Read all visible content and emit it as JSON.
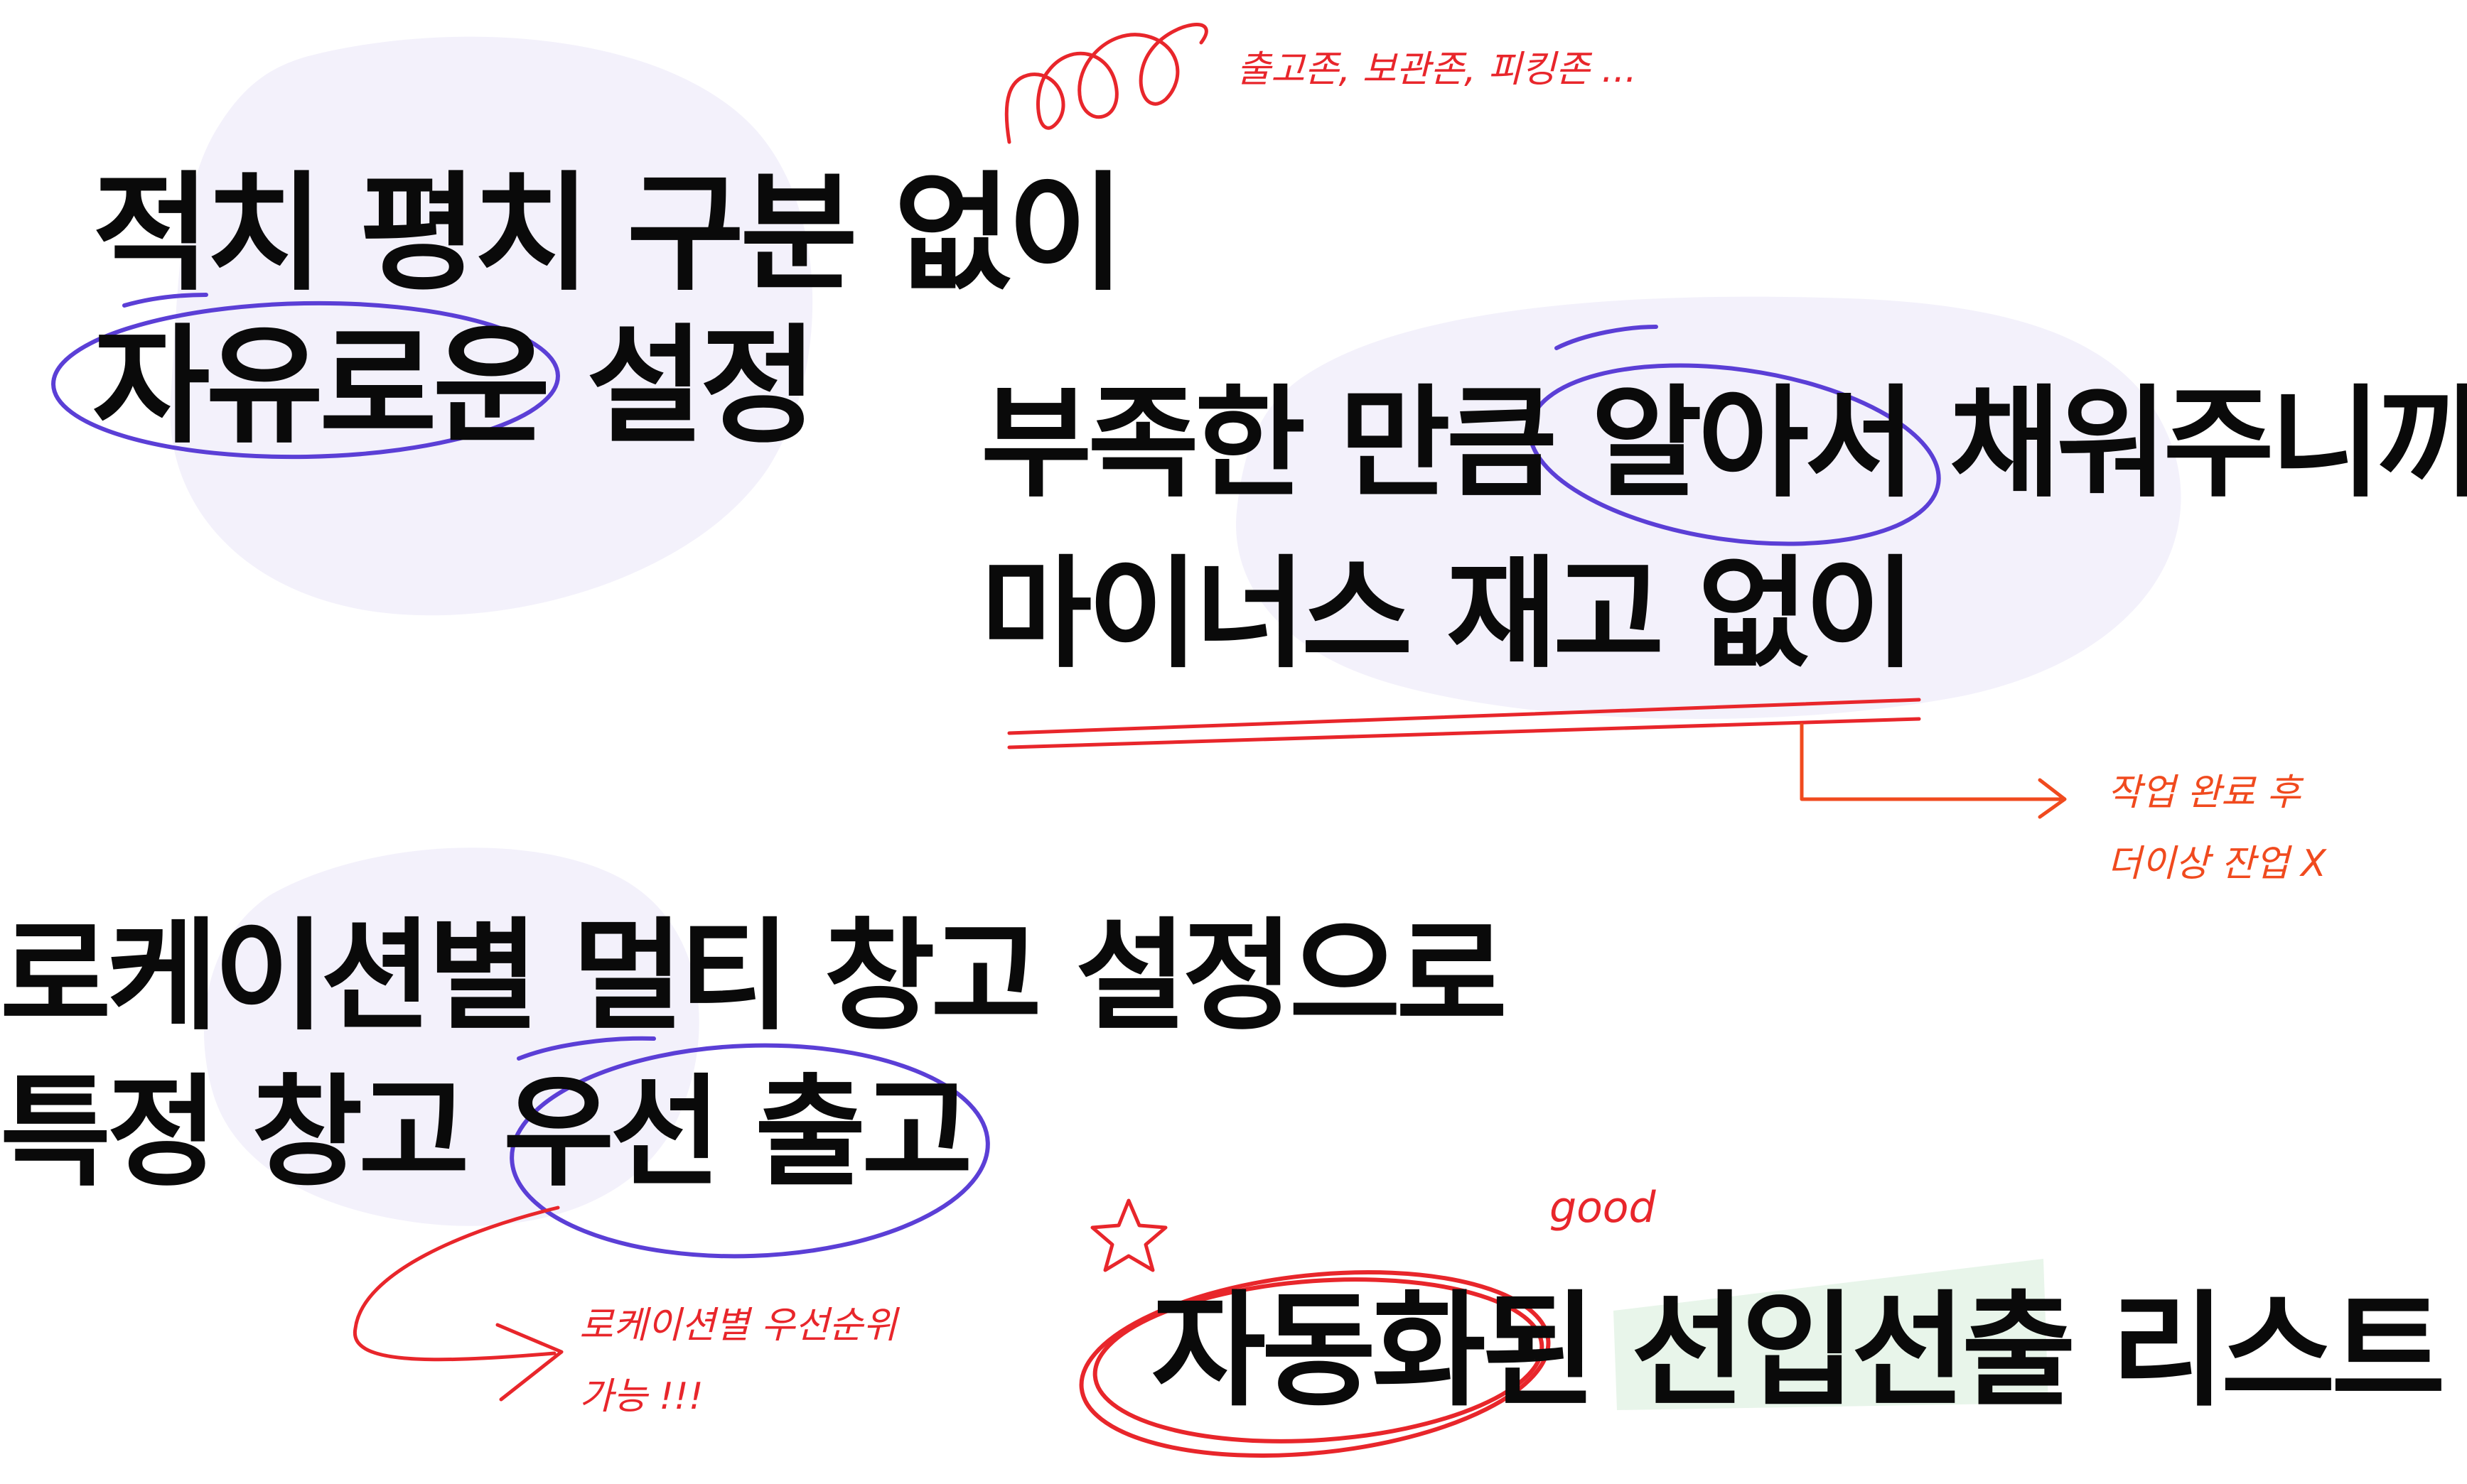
{
  "colors": {
    "blob": "#f3f1fb",
    "purple_circle": "#5b3fd6",
    "red_mark": "#e8262b",
    "orange_arrow": "#f04a1e",
    "green_highlight": "#e8f5ea",
    "text": "#0a0a0a"
  },
  "blocks": {
    "top_left": {
      "line1": "적치 평치 구분 없이",
      "line2": "자유로운 설정"
    },
    "top_right": {
      "line1": "부족한 만큼 알아서 채워주니까",
      "line2": "마이너스 재고 없이"
    },
    "middle_left": {
      "line1": "로케이션별 멀티 창고 설정으로",
      "line2": "특정 창고 우선 출고"
    },
    "bottom_right": {
      "prefix": "자동화된 ",
      "highlight": "선입선출",
      "suffix": " 리스트"
    }
  },
  "annotations": {
    "zones": "출고존, 보관존, 피킹존 ...",
    "after_work_line1": "작업 완료 후",
    "after_work_line2": "더이상 잔업 X",
    "priority_line1": "로케이션별 우선순위",
    "priority_line2": "가능 !!!",
    "good": "good"
  },
  "icons": [
    "star-icon",
    "scribble-loop-icon",
    "arrow-icon"
  ]
}
